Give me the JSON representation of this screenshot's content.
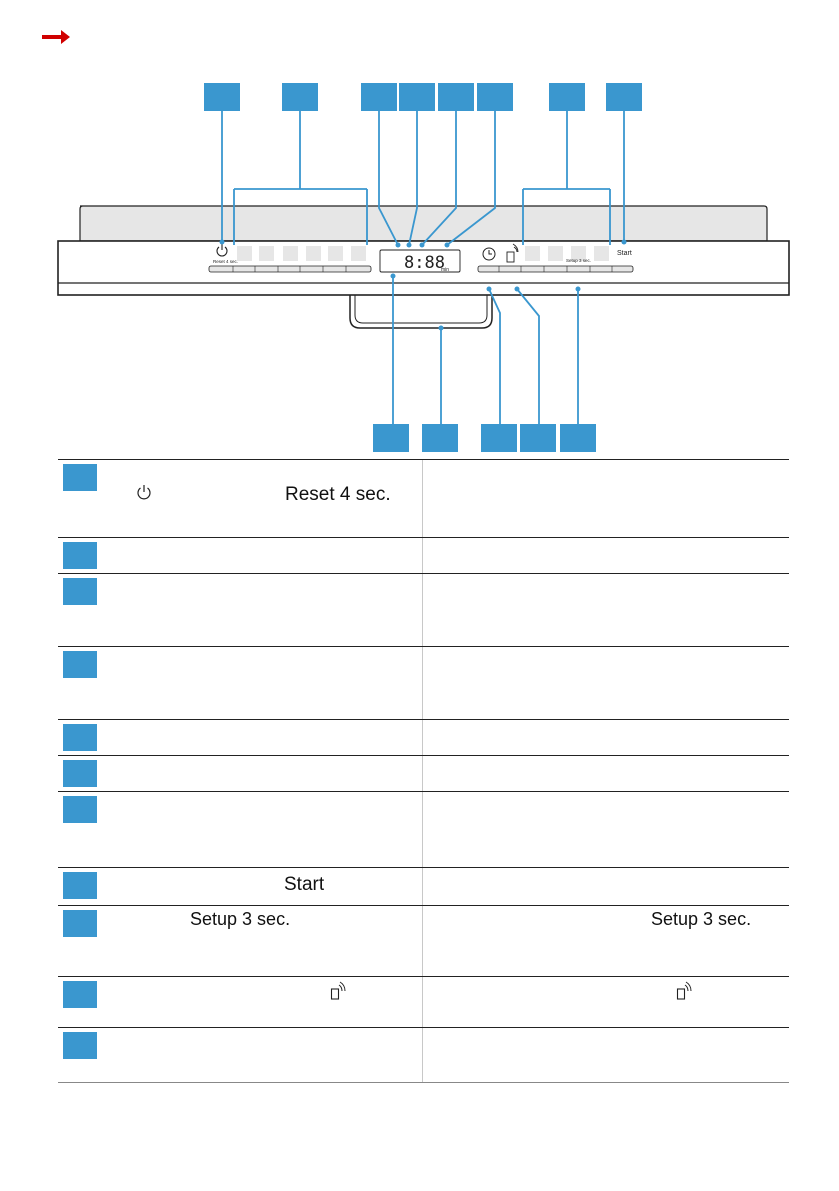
{
  "panel": {
    "reset_label": "Reset 4 sec.",
    "setup_label": "Setup 3 sec.",
    "start_label": "Start",
    "display_digits": "8:88",
    "display_unit": "min"
  },
  "legend": {
    "rows": [
      {
        "left": "Reset 4 sec.",
        "left_icon": "power-icon",
        "right": ""
      },
      {
        "left": "",
        "right": ""
      },
      {
        "left": "",
        "right": ""
      },
      {
        "left": "",
        "right": ""
      },
      {
        "left": "",
        "right": ""
      },
      {
        "left": "",
        "right": ""
      },
      {
        "left": "",
        "right": ""
      },
      {
        "left": "Start",
        "right": ""
      },
      {
        "left": "Setup 3 sec.",
        "right": "Setup 3 sec."
      },
      {
        "left": "",
        "left_icon": "remote-start-icon",
        "right": "",
        "right_icon": "remote-start-icon"
      },
      {
        "left": "",
        "right": ""
      }
    ]
  },
  "colors": {
    "accent": "#3a97cf",
    "panel_fill": "#e6e6e6",
    "outline": "#222222"
  }
}
